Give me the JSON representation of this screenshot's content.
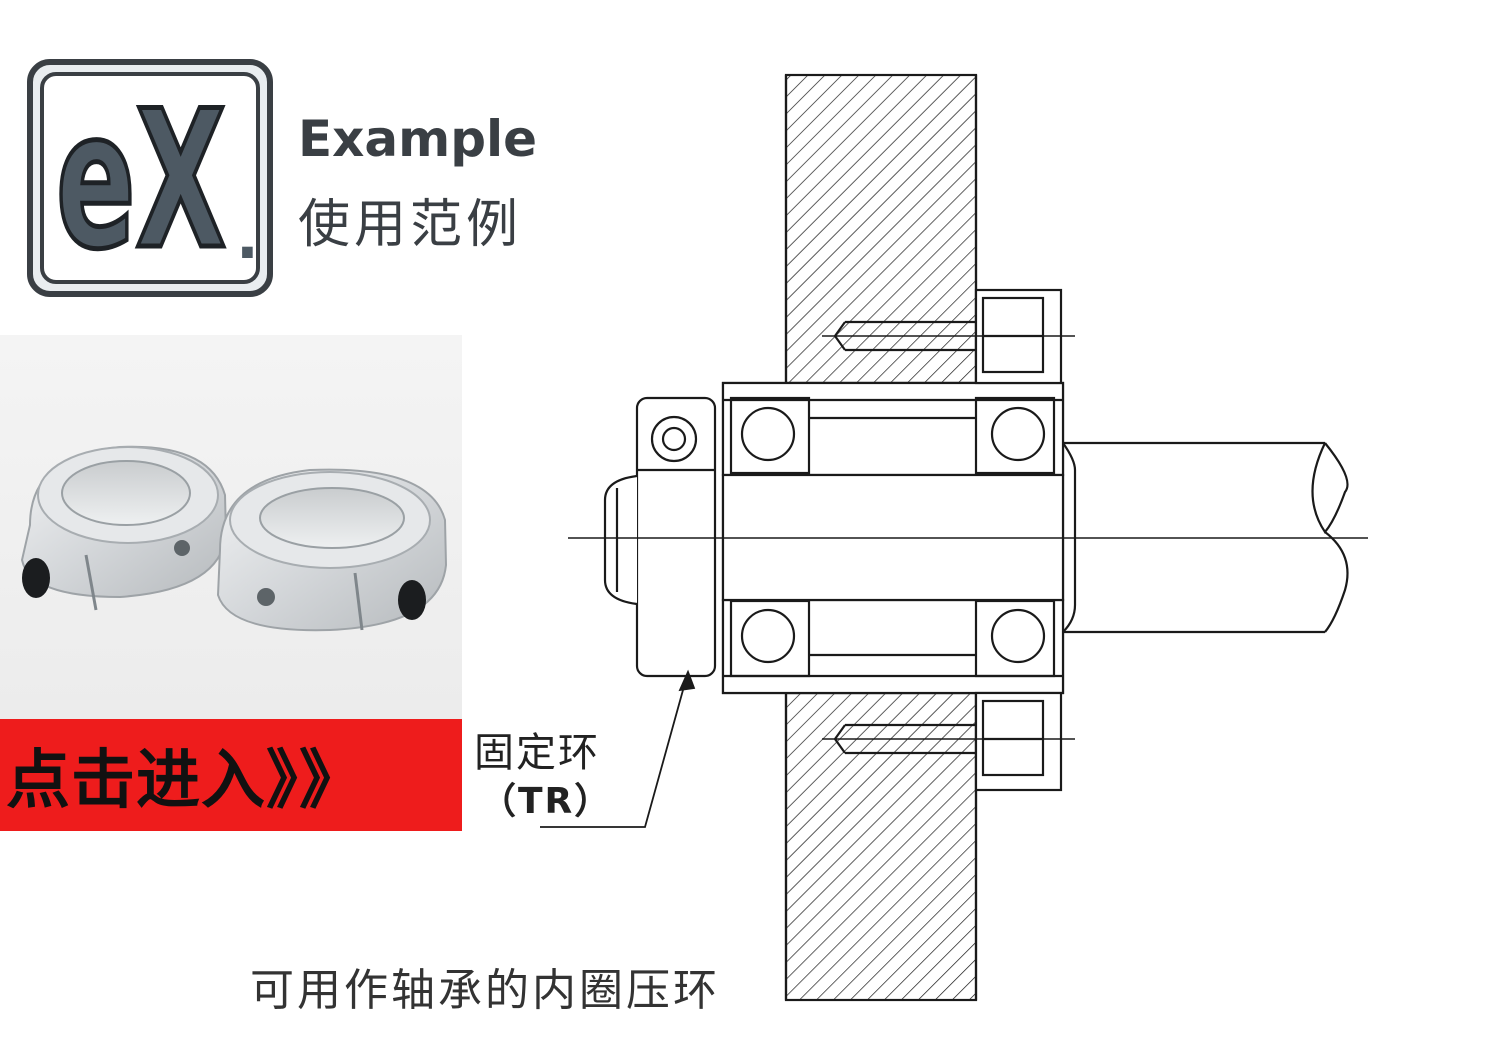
{
  "logo": {
    "mark_text": "eX",
    "mark_dot": "."
  },
  "header": {
    "title": "Example",
    "subtitle": "使用范例"
  },
  "button": {
    "label": "点击进入》》"
  },
  "drawing": {
    "part_label": "固定环",
    "part_code": "（TR）",
    "caption": "可用作轴承的内圈压环"
  },
  "colors": {
    "button_red": "#ee1c1c",
    "logo_dark": "#3a3f44",
    "line": "#1a1a1a"
  }
}
